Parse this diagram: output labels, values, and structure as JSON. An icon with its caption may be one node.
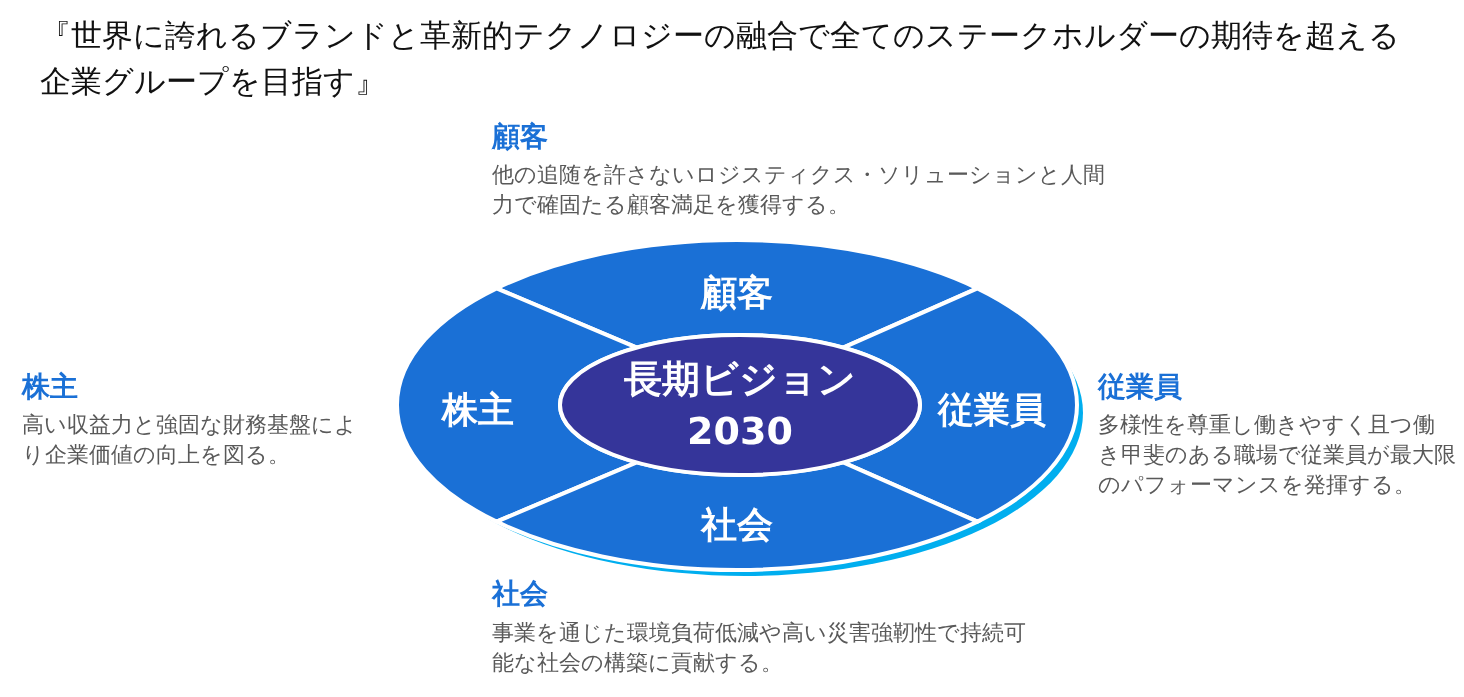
{
  "diagram": {
    "title": "『世界に誇れるブランドと革新的テクノロジーの融合で全てのステークホルダーの期待を超える企業グループを目指す』",
    "nodes": [
      {
        "text": [
          "顧客"
        ]
      },
      {
        "text": [
          "株主"
        ]
      },
      {
        "text": [
          "長期ビジョン2030"
        ]
      },
      {
        "text": [
          "従業員"
        ]
      },
      {
        "text": [
          "社会"
        ]
      }
    ],
    "labels": [
      "顧客",
      "他の追随を許さないロジスティクス・ソリューションと人間力で確固たる顧客満足を獲得する。",
      "株主",
      "高い収益力と強固な財務基盤により企業価値の向上を図る。",
      "従業員",
      "多様性を尊重し働きやすく且つ働き甲斐のある職場で従業員が最大限のパフォーマンスを発揮する。",
      "社会",
      "事業を通じた環境負荷低減や高い災害強靭性で持続可能な社会の構築に貢献する。"
    ]
  }
}
